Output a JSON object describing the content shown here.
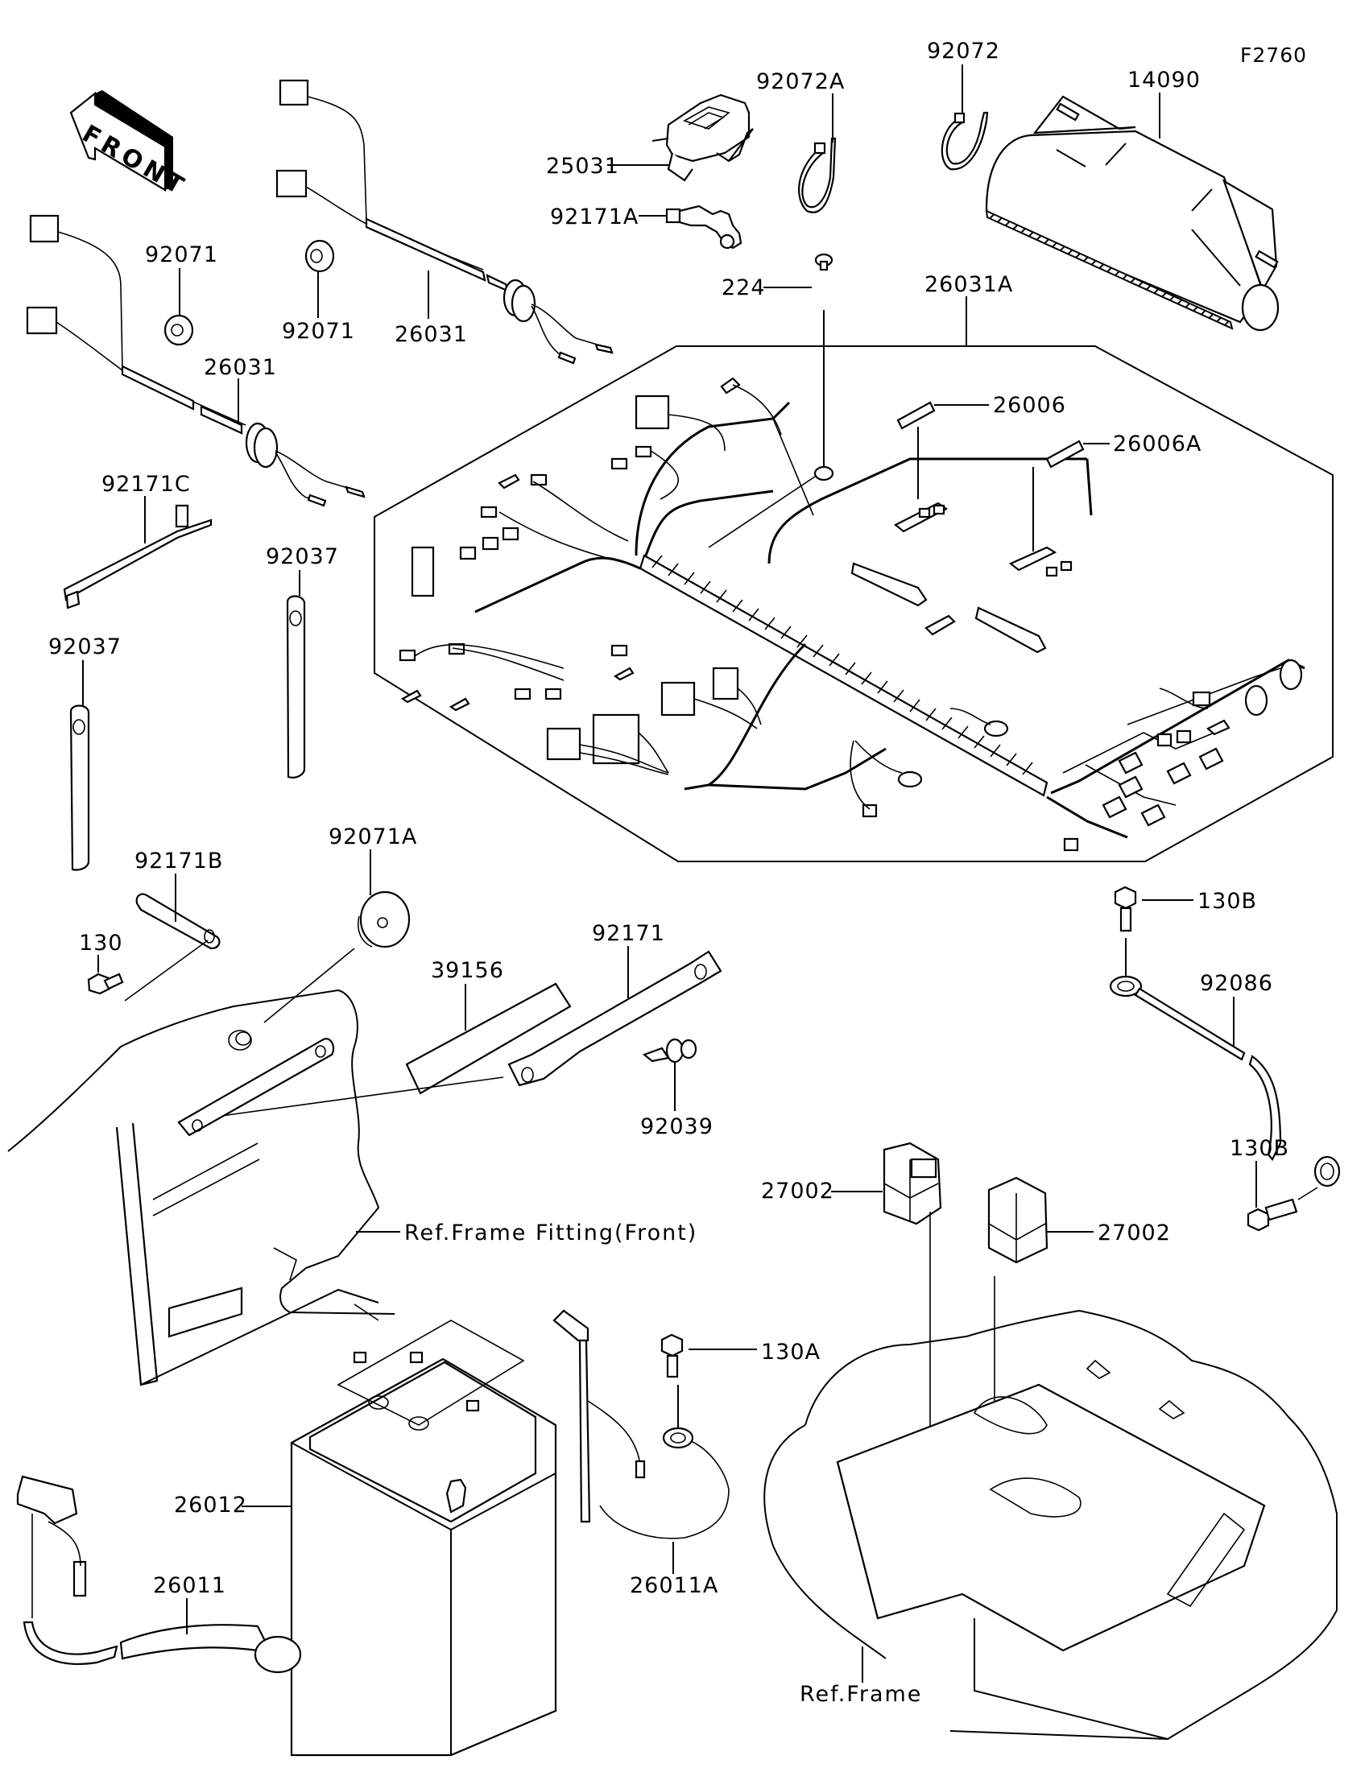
{
  "figure_code": "F2760",
  "front_indicator": "FRONT",
  "callouts": {
    "c14090": "14090",
    "c92072": "92072",
    "c92072A": "92072A",
    "c25031": "25031",
    "c92171A": "92171A",
    "c224": "224",
    "c26031A": "26031A",
    "c26006": "26006",
    "c26006A": "26006A",
    "c92071_a": "92071",
    "c92071_b": "92071",
    "c26031_a": "26031",
    "c26031_b": "26031",
    "c92171C": "92171C",
    "c92037_a": "92037",
    "c92037_b": "92037",
    "c92171B": "92171B",
    "c130": "130",
    "c92071A": "92071A",
    "c39156": "39156",
    "c92171": "92171",
    "c92039": "92039",
    "c130B_a": "130B",
    "c92086": "92086",
    "c130B_b": "130B",
    "c27002_a": "27002",
    "c27002_b": "27002",
    "c130A": "130A",
    "c26012": "26012",
    "c26011": "26011",
    "c26011A": "26011A"
  },
  "references": {
    "frame_fitting_front": "Ref.Frame Fitting(Front)",
    "frame": "Ref.Frame"
  }
}
